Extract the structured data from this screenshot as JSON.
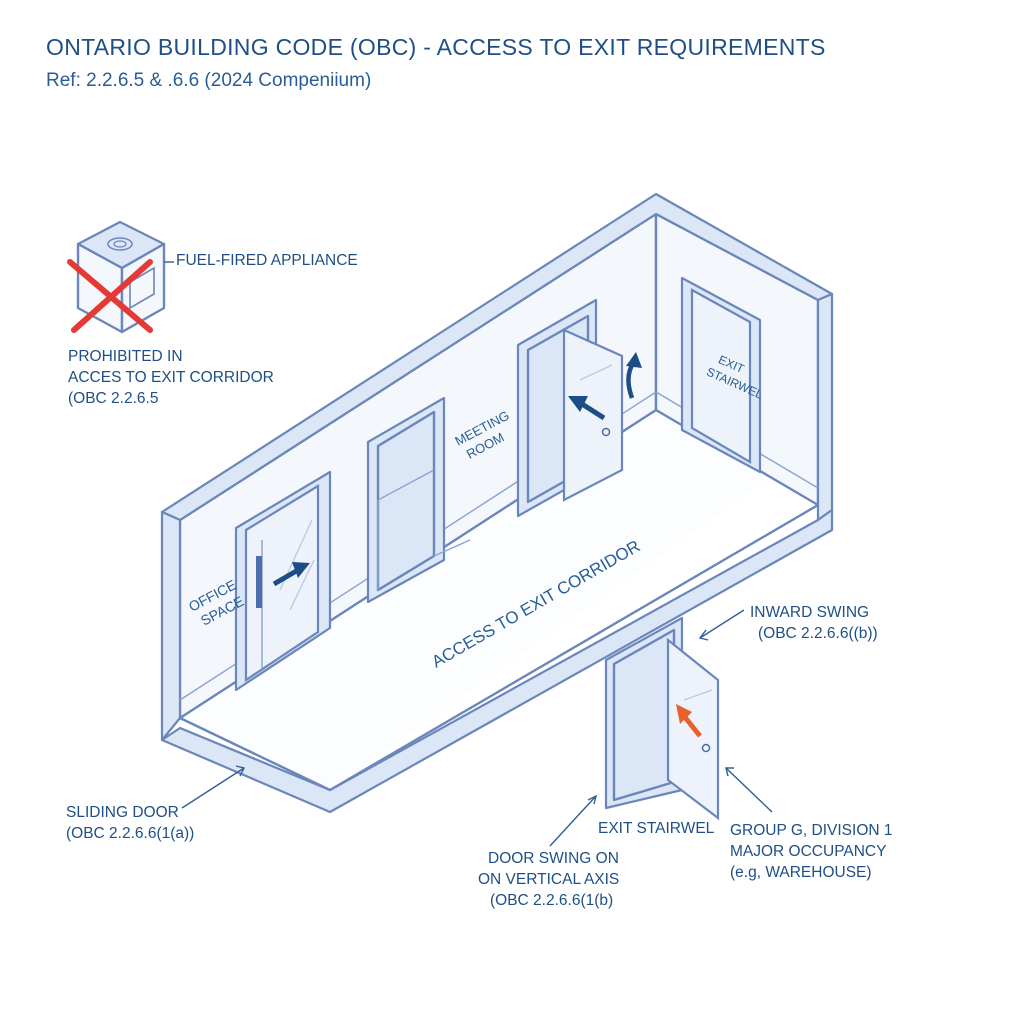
{
  "header": {
    "title": "ONTARIO BUILDING CODE (OBC) - ACCESS TO EXIT REQUIREMENTS",
    "subtitle": "Ref: 2.2.6.5 & .6.6 (2024 Compeniium)"
  },
  "labels": {
    "fuel_appliance": "FUEL-FIRED APPLIANCE",
    "prohibited": [
      "PROHIBITED IN",
      "ACCES TO EXIT CORRIDOR",
      "(OBC 2.2.6.5"
    ],
    "office": [
      "OFFICE",
      "SPACE"
    ],
    "meeting": [
      "MEETING",
      "ROOM"
    ],
    "exit_stair_upper": [
      "EXIT",
      "STAIRWEL"
    ],
    "corridor": "ACCESS TO EXIT CORRIDOR",
    "inward_swing": [
      "INWARD SWING",
      "(OBC 2.2.6.6((b))"
    ],
    "sliding_door": [
      "SLIDING DOOR",
      "(OBC 2.2.6.6(1(a))"
    ],
    "exit_stair_lower": "EXIT STAIRWEL",
    "vertical_axis": [
      "DOOR SWING ON",
      "ON VERTICAL AXIS",
      "(OBC 2.2.6.6(1(b)"
    ],
    "group_g": [
      "GROUP G, DIVISION 1",
      "MAJOR OCCUPANCY",
      "(e.g, WAREHOUSE)"
    ]
  },
  "colors": {
    "line": "#6a86bb",
    "text": "#1f4f86",
    "arrow_blue": "#1c4d86",
    "arrow_orange": "#e8602c",
    "prohibited_x": "#e53935"
  },
  "icons": {
    "appliance": "fuel-fired-appliance-icon",
    "prohibited": "red-x-icon"
  }
}
